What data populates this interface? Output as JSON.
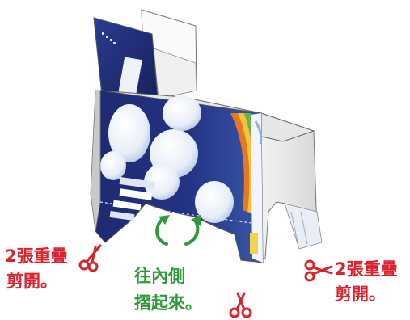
{
  "left_note": {
    "line1": "2張重疊",
    "line2": "剪開。"
  },
  "right_note": {
    "line1": "2張重疊",
    "line2": "剪開。"
  },
  "center_note": {
    "line1": "往內側",
    "line2": "摺起來。"
  },
  "colors": {
    "red": "#d9232e",
    "green": "#2f9a3a",
    "navy": "#1f2a6e",
    "orange": "#e87722"
  },
  "icons": [
    "scissors-icon",
    "fold-arrow-icon"
  ]
}
